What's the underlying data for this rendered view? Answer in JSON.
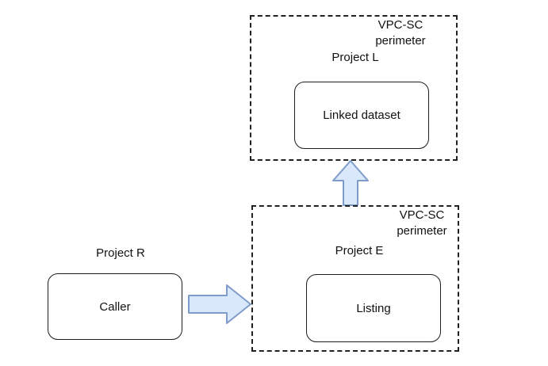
{
  "diagram": {
    "perimeter_top": {
      "perimeter_label": "VPC-SC\nperimeter",
      "project_label": "Project L",
      "node_label": "Linked dataset"
    },
    "perimeter_bottom": {
      "perimeter_label": "VPC-SC\nperimeter",
      "project_label": "Project E",
      "node_label": "Listing"
    },
    "caller_group": {
      "project_label": "Project R",
      "node_label": "Caller"
    },
    "arrows": {
      "caller_to_listing": "arrow-right",
      "listing_to_linked_dataset": "arrow-up"
    },
    "colors": {
      "background": "#ffffff",
      "arrow_fill": "#dae8fc",
      "arrow_stroke": "#7e9cc9",
      "box_border": "#1c1c1c",
      "perimeter_border": "#222222",
      "text": "#111111"
    }
  }
}
